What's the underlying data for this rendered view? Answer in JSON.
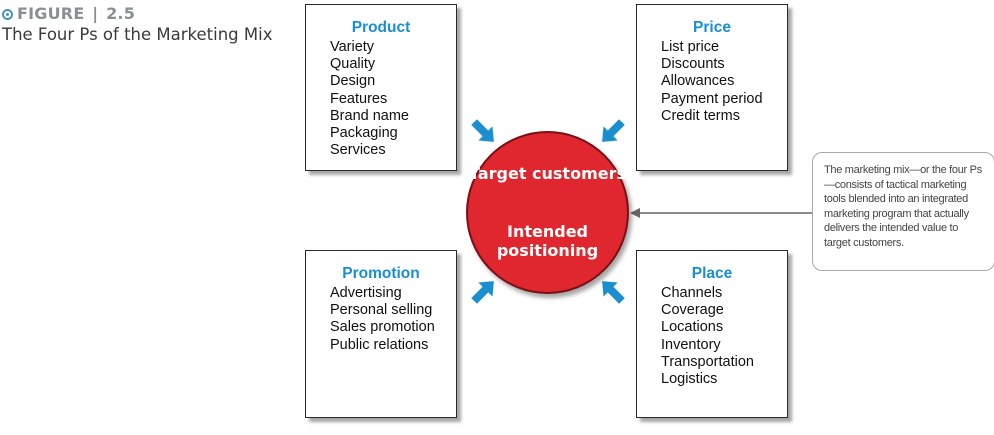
{
  "figure": {
    "label": "FIGURE",
    "number": "2.5",
    "title": "The Four Ps of the Marketing Mix"
  },
  "boxes": {
    "product": {
      "heading": "Product",
      "items": [
        "Variety",
        "Quality",
        "Design",
        "Features",
        "Brand name",
        "Packaging",
        "Services"
      ]
    },
    "price": {
      "heading": "Price",
      "items": [
        "List price",
        "Discounts",
        "Allowances",
        "Payment period",
        "Credit terms"
      ]
    },
    "promotion": {
      "heading": "Promotion",
      "items": [
        "Advertising",
        "Personal selling",
        "Sales promotion",
        "Public relations"
      ]
    },
    "place": {
      "heading": "Place",
      "items": [
        "Channels",
        "Coverage",
        "Locations",
        "Inventory",
        "Transportation",
        "Logistics"
      ]
    }
  },
  "center": {
    "line1": "Target customers",
    "line2": "Intended positioning"
  },
  "note": {
    "text": "The marketing mix—or the four Ps—consists of tactical marketing tools blended into an integrated marketing program that actually delivers the intended value to target customers."
  },
  "colors": {
    "heading": "#1a8fd0",
    "arrows": "#1a8fd0",
    "circle": "#e0262e",
    "figure_dot": "#4a90c0"
  }
}
